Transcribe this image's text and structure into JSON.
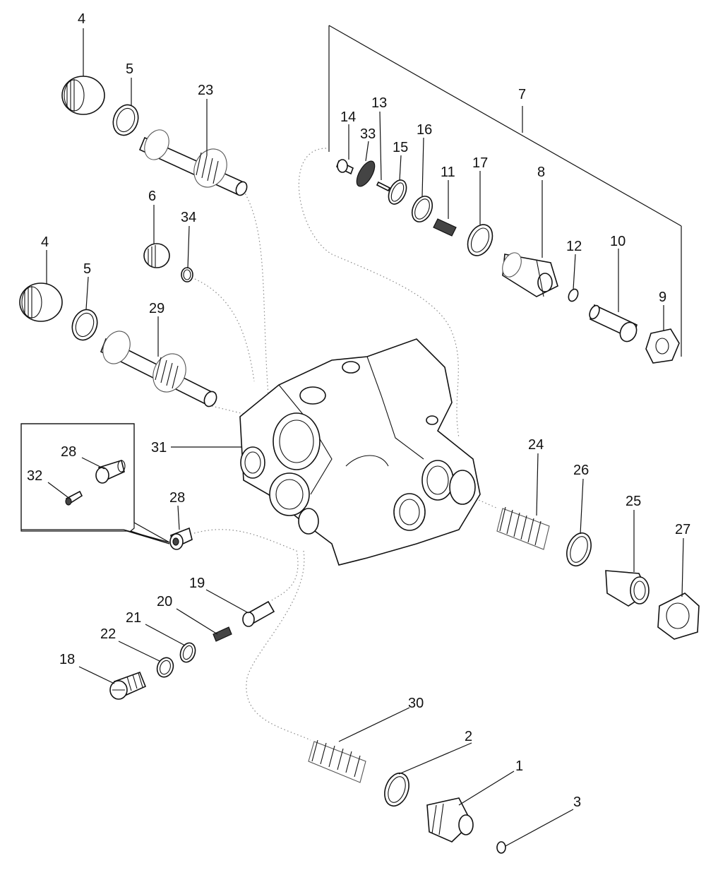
{
  "callouts": [
    {
      "id": "c4a",
      "text": "4"
    },
    {
      "id": "c5a",
      "text": "5"
    },
    {
      "id": "c23",
      "text": "23"
    },
    {
      "id": "c7",
      "text": "7"
    },
    {
      "id": "c14",
      "text": "14"
    },
    {
      "id": "c33",
      "text": "33"
    },
    {
      "id": "c13",
      "text": "13"
    },
    {
      "id": "c16",
      "text": "16"
    },
    {
      "id": "c15",
      "text": "15"
    },
    {
      "id": "c11",
      "text": "11"
    },
    {
      "id": "c17",
      "text": "17"
    },
    {
      "id": "c8",
      "text": "8"
    },
    {
      "id": "c6",
      "text": "6"
    },
    {
      "id": "c34",
      "text": "34"
    },
    {
      "id": "c12",
      "text": "12"
    },
    {
      "id": "c10",
      "text": "10"
    },
    {
      "id": "c4b",
      "text": "4"
    },
    {
      "id": "c5b",
      "text": "5"
    },
    {
      "id": "c9",
      "text": "9"
    },
    {
      "id": "c29",
      "text": "29"
    },
    {
      "id": "c28a",
      "text": "28"
    },
    {
      "id": "c31",
      "text": "31"
    },
    {
      "id": "c32",
      "text": "32"
    },
    {
      "id": "c24",
      "text": "24"
    },
    {
      "id": "c26",
      "text": "26"
    },
    {
      "id": "c25",
      "text": "25"
    },
    {
      "id": "c28b",
      "text": "28"
    },
    {
      "id": "c27",
      "text": "27"
    },
    {
      "id": "c19",
      "text": "19"
    },
    {
      "id": "c20",
      "text": "20"
    },
    {
      "id": "c21",
      "text": "21"
    },
    {
      "id": "c22",
      "text": "22"
    },
    {
      "id": "c18",
      "text": "18"
    },
    {
      "id": "c30",
      "text": "30"
    },
    {
      "id": "c2",
      "text": "2"
    },
    {
      "id": "c1",
      "text": "1"
    },
    {
      "id": "c3",
      "text": "3"
    }
  ]
}
